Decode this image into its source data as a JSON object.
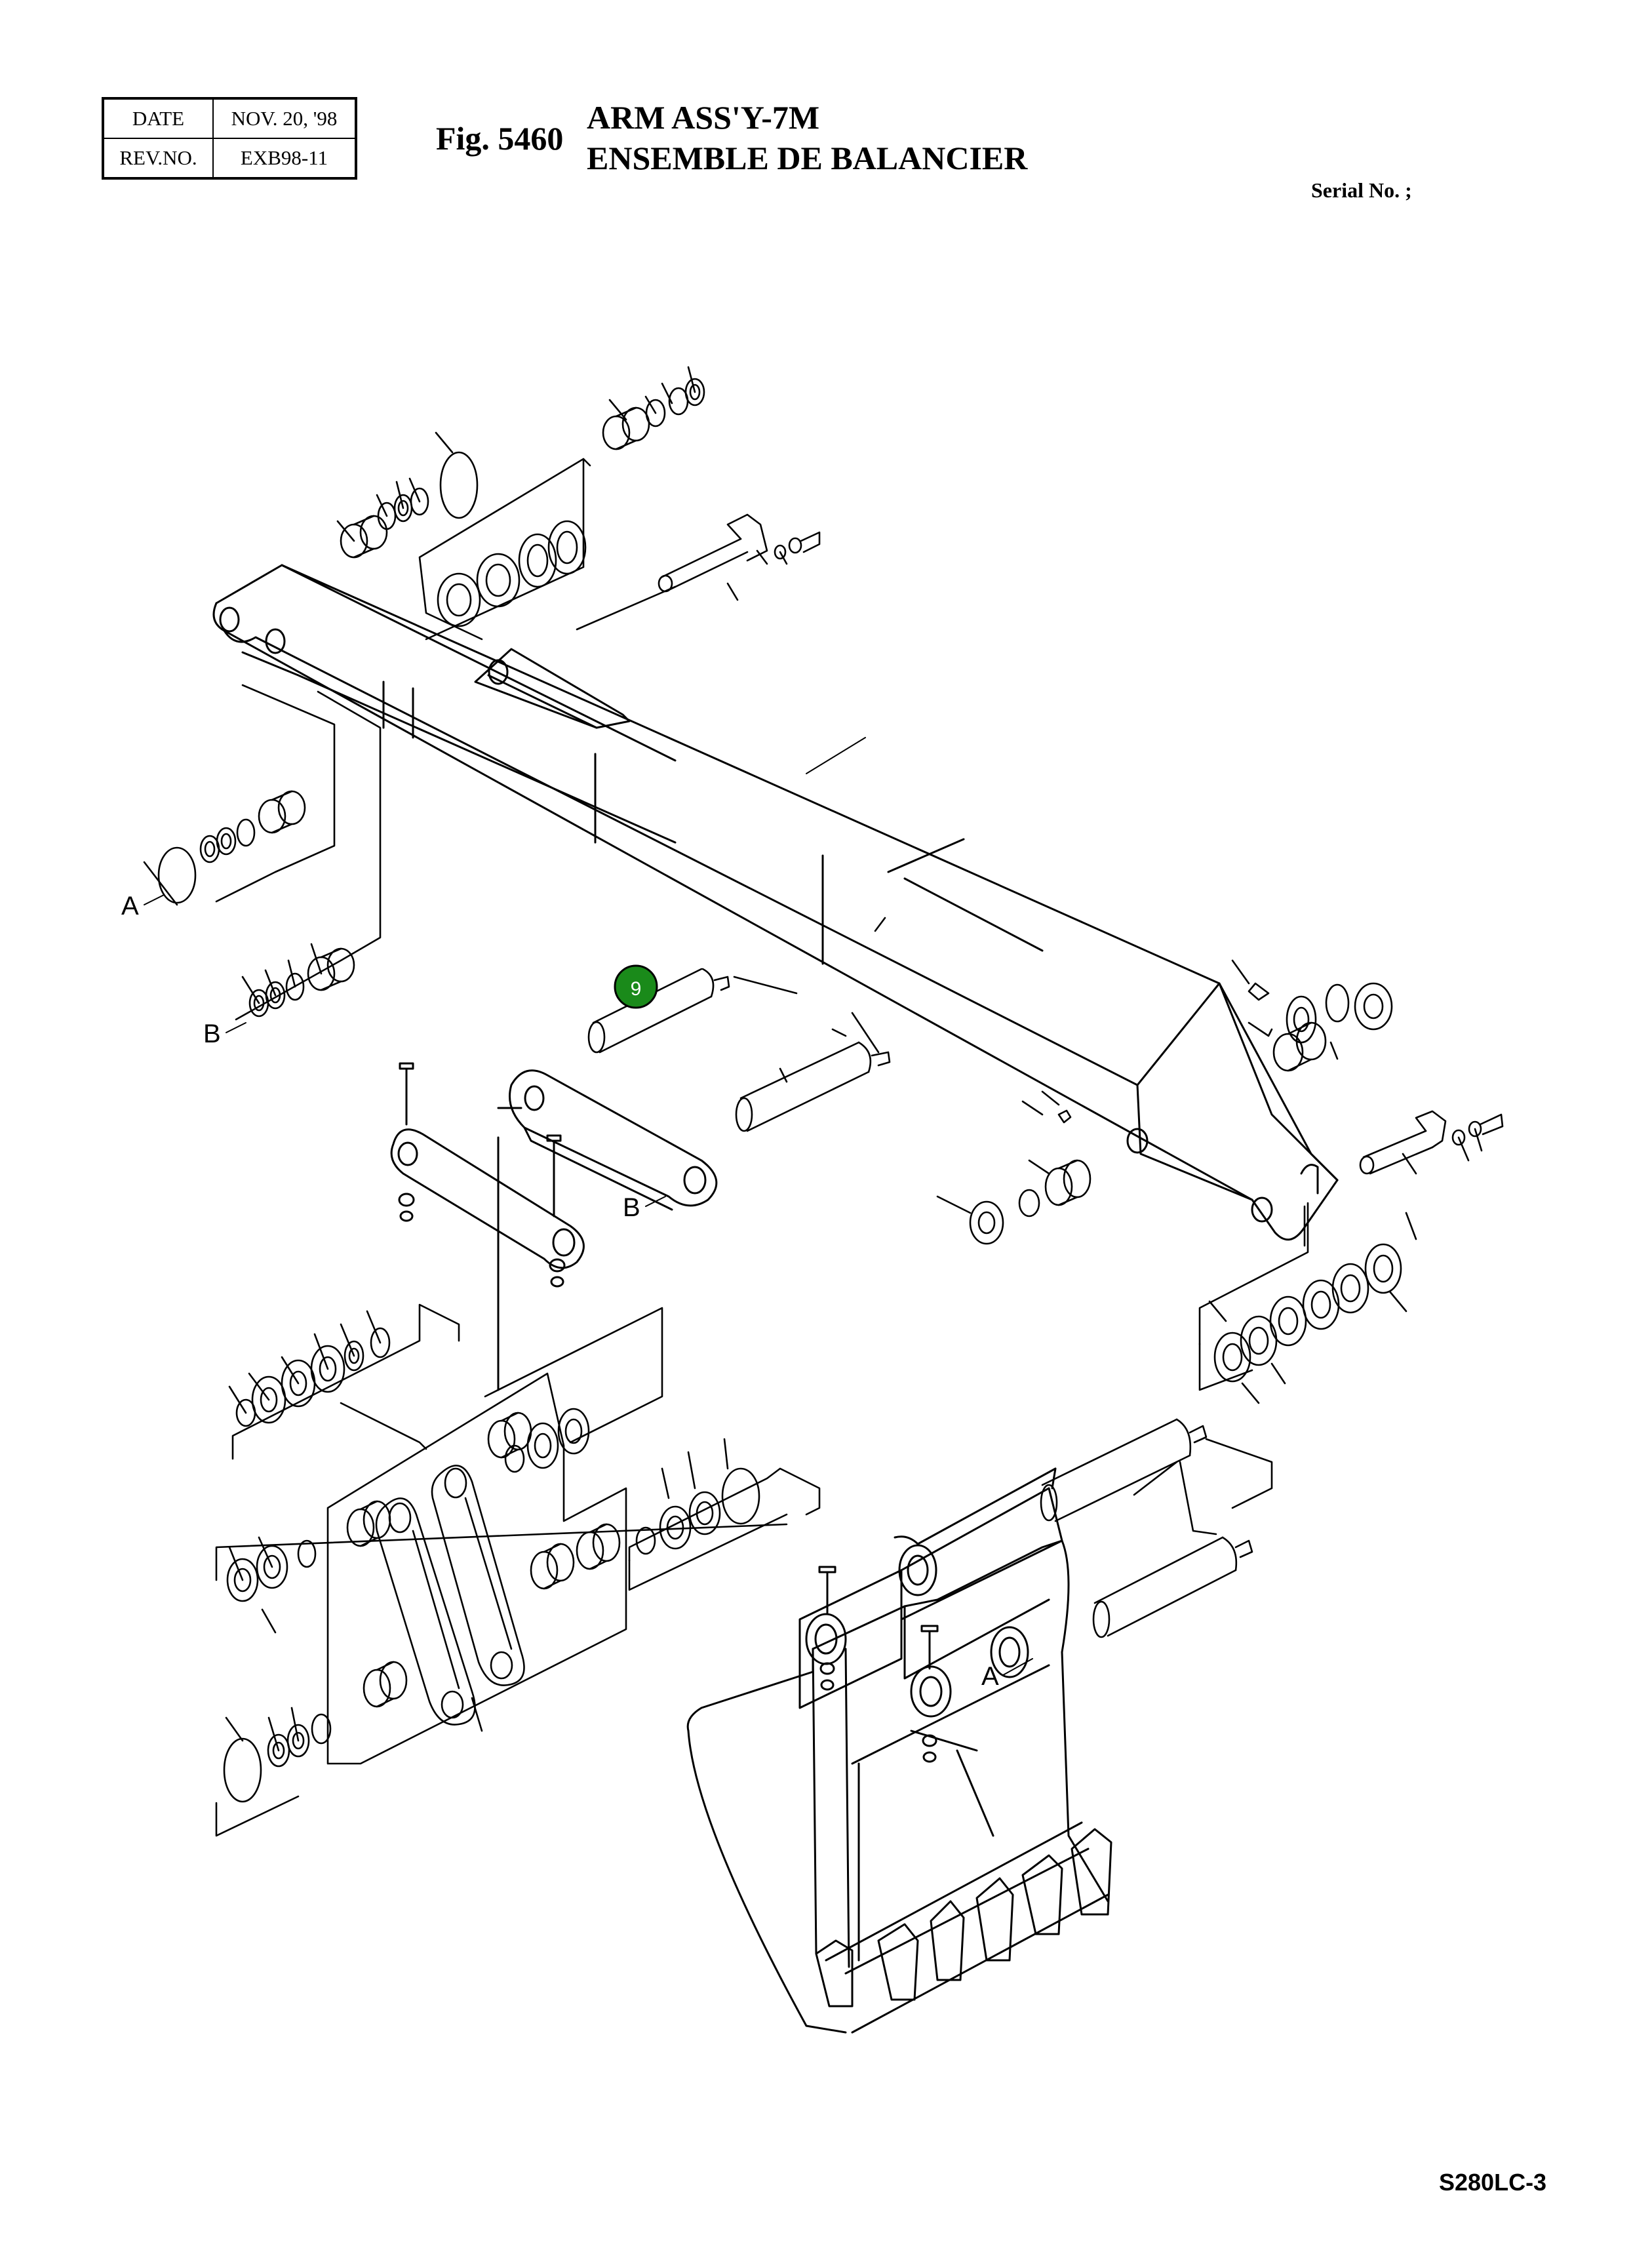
{
  "header": {
    "date_label": "DATE",
    "date_value": "NOV. 20, '98",
    "rev_label": "REV.NO.",
    "rev_value": "EXB98-11"
  },
  "figure": {
    "number": "Fig. 5460",
    "title_en": "ARM ASS'Y-7M",
    "title_fr": "ENSEMBLE DE BALANCIER",
    "serial": "Serial No. ;"
  },
  "callouts": {
    "A1": "A",
    "B1": "B",
    "B2": "B",
    "A2": "A"
  },
  "highlight": {
    "label": "9",
    "color": "#1a8a1a"
  },
  "footer": {
    "model": "S280LC-3"
  }
}
